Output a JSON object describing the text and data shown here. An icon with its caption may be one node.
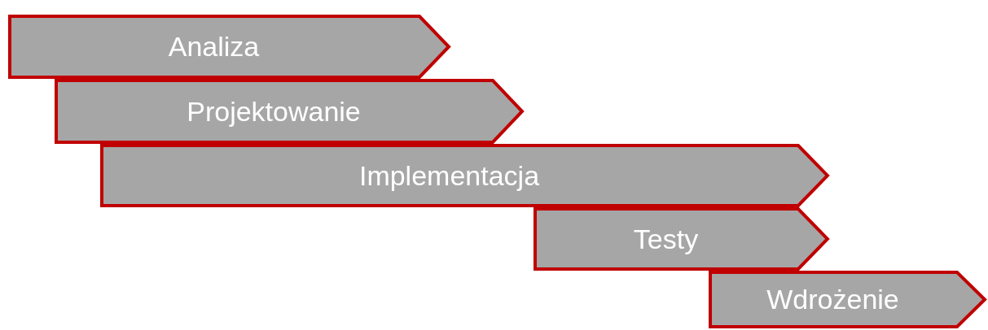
{
  "diagram": {
    "nodes": [
      {
        "text": [
          "Analiza"
        ]
      },
      {
        "text": [
          "Projektowanie"
        ]
      },
      {
        "text": [
          "Implementacja"
        ]
      },
      {
        "text": [
          "Testy"
        ]
      },
      {
        "text": [
          "Wdrożenie"
        ]
      }
    ]
  }
}
